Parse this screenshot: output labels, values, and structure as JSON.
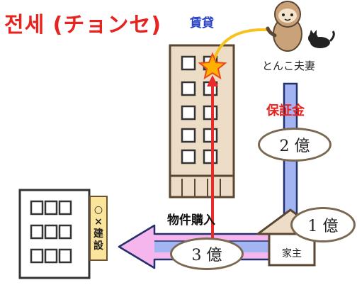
{
  "title": "전세 (チョンセ)",
  "rent_label": "賃貸",
  "couple_label": "とんこ夫妻",
  "deposit_label": "保証金",
  "amount_2": "2 億",
  "amount_1": "1 億",
  "amount_3": "3 億",
  "purchase_label": "物件購入",
  "landlord_label": "家主",
  "company_sign": [
    "○",
    "×",
    "建",
    "設"
  ],
  "colors": {
    "title": "#e8231f",
    "rent": "#2a43c8",
    "blue_arrow": "#a3b4f2",
    "pink_arrow": "#f4b6ec",
    "red_arrow": "#e82a2a",
    "building_fill": "#eddcc6",
    "building_stroke": "#5a4632",
    "star": "#ffb000"
  },
  "icons": [
    "star-icon",
    "sloth-character-icon",
    "black-cat-icon"
  ]
}
